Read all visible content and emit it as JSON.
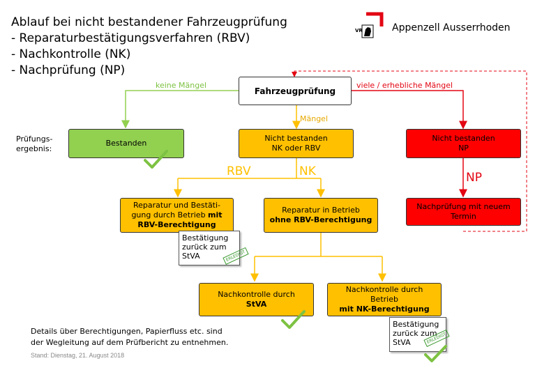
{
  "title": {
    "line1": "Ablauf bei nicht bestandener Fahrzeugprüfung",
    "line2": "- Reparaturbestätigungsverfahren (RBV)",
    "line3": "- Nachkontrolle (NK)",
    "line4": "- Nachprüfung (NP)"
  },
  "logo": {
    "name": "Appenzell Ausserrhoden",
    "letters": "VR"
  },
  "row_label": {
    "line1": "Prüfungs-",
    "line2": "ergebnis:"
  },
  "nodes": {
    "fahrzeugpruefung": "Fahrzeugprüfung",
    "bestanden": "Bestanden",
    "nicht_nk_rbv": {
      "line1": "Nicht bestanden",
      "line2": "NK oder RBV"
    },
    "nicht_np": {
      "line1": "Nicht bestanden",
      "line2": "NP"
    },
    "rep_rbv": {
      "line1": "Reparatur und Bestäti-",
      "line2": "gung durch Betrieb ",
      "line2b": "mit",
      "line3": "RBV-Berechtigung"
    },
    "rep_ohne": {
      "line1": "Reparatur in Betrieb",
      "line2": "ohne RBV-Berechtigung"
    },
    "np_termin": {
      "line1": "Nachprüfung mit neuem",
      "line2": "Termin"
    },
    "nk_stva": {
      "line1": "Nachkontrolle durch",
      "line2": "StVA"
    },
    "nk_betrieb": {
      "line1": "Nachkontrolle durch",
      "line2": "Betrieb",
      "line3": "mit NK-Berechtigung"
    }
  },
  "edges": {
    "keine_maengel": "keine Mängel",
    "maengel": "Mängel",
    "viele_maengel": "viele / erhebliche Mängel",
    "rbv": "RBV",
    "nk": "NK",
    "np": "NP"
  },
  "notes": {
    "confirm1": {
      "line1": "Bestätigung",
      "line2": "zurück zum",
      "line3": "StVA"
    },
    "confirm2": {
      "line1": "Bestätigung",
      "line2": "zurück zum",
      "line3": "StVA"
    },
    "stamp": "ERLEDIGT"
  },
  "footer": {
    "details1": "Details über Berechtigungen, Papierfluss etc. sind",
    "details2": "der Wegleitung auf dem Prüfbericht zu entnehmen.",
    "stand": "Stand: Dienstag, 21. August 2018"
  },
  "colors": {
    "green": "#92d050",
    "amber": "#ffc000",
    "red": "#ff0000",
    "check": "#7dc242"
  }
}
